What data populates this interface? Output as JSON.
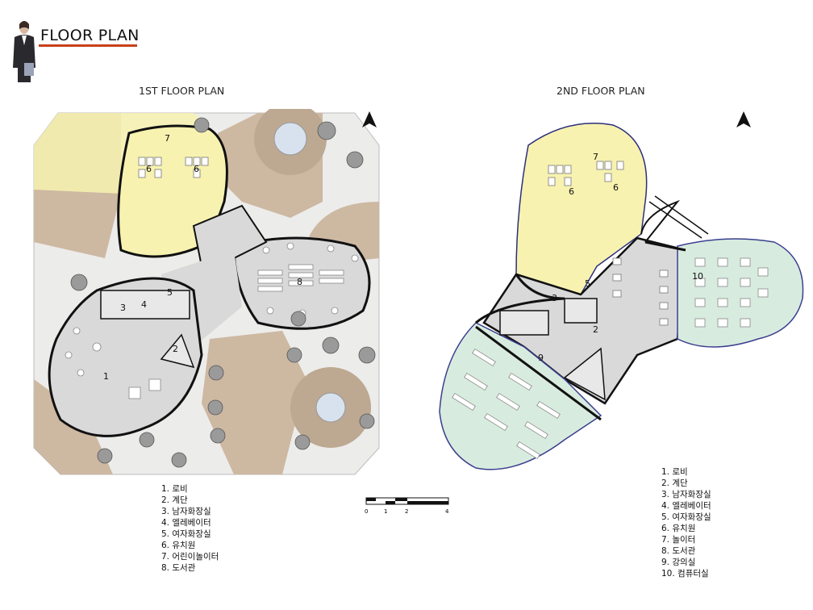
{
  "header": {
    "title": "FLOOR PLAN"
  },
  "plans": [
    {
      "title": "1ST FLOOR PLAN",
      "room_numbers": [
        "7",
        "6",
        "6",
        "5",
        "4",
        "3",
        "2",
        "1",
        "8"
      ],
      "legend": [
        "1. 로비",
        "2. 계단",
        "3. 남자화장실",
        "4. 엘레베이터",
        "5. 여자화장실",
        "6. 유치원",
        "7. 어린이놀이터",
        "8. 도서관"
      ]
    },
    {
      "title": "2ND FLOOR PLAN",
      "room_numbers": [
        "7",
        "6",
        "6",
        "5",
        "3",
        "2",
        "9",
        "10"
      ],
      "legend": [
        "1. 로비",
        "2. 계단",
        "3. 남자화장실",
        "4. 엘레베이터",
        "5. 여자화장실",
        "6. 유치원",
        "7. 놀이터",
        "8. 도서관",
        "9. 강의실",
        "10. 컴퓨터실"
      ]
    }
  ],
  "scale_bar": {
    "ticks": [
      "0",
      "1",
      "2",
      "4"
    ]
  },
  "colors": {
    "accent": "#c8401a",
    "kindergarten": "#f7f2b0",
    "lobby": "#d9d9d9",
    "classroom": "#d8ebdf",
    "landscape": "#cdb8a2",
    "outline_2f": "#3b3f8f"
  }
}
